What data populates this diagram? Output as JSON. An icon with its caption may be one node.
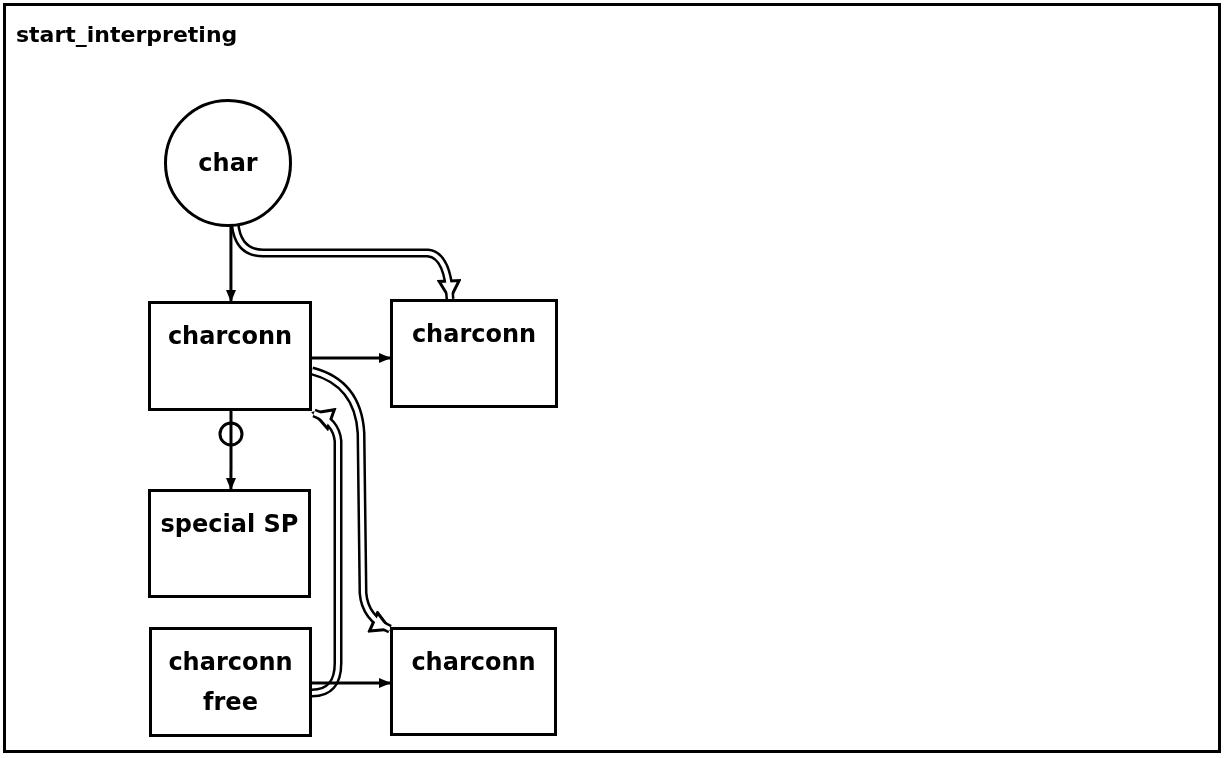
{
  "diagram": {
    "nodes": [
      {
        "text": [
          "start_interpreting"
        ]
      },
      {
        "text": [
          "char"
        ],
        "in": 0
      },
      {
        "text": [
          "charconn"
        ],
        "in": 0
      },
      {
        "text": [
          "charconn"
        ],
        "in": 0
      },
      {
        "text": [
          "special SP"
        ],
        "in": 0
      },
      {
        "text": [
          "charconn free"
        ],
        "in": 0
      },
      {
        "text": [
          "charconn"
        ],
        "in": 0
      }
    ],
    "edges": [
      {
        "from": 1,
        "to": 2,
        "arrow": "to"
      },
      {
        "from": 1,
        "to": 3,
        "arrow": "to",
        "style": "thick"
      },
      {
        "from": 2,
        "to": 3,
        "arrow": "to"
      },
      {
        "from": 2,
        "to": 4,
        "arrow": "to"
      },
      {
        "from": 2,
        "to": 6,
        "arrow": "to",
        "style": "thick"
      },
      {
        "from": 5,
        "to": 2,
        "arrow": "to",
        "style": "thick"
      },
      {
        "from": 5,
        "to": 6,
        "arrow": "to"
      }
    ]
  }
}
